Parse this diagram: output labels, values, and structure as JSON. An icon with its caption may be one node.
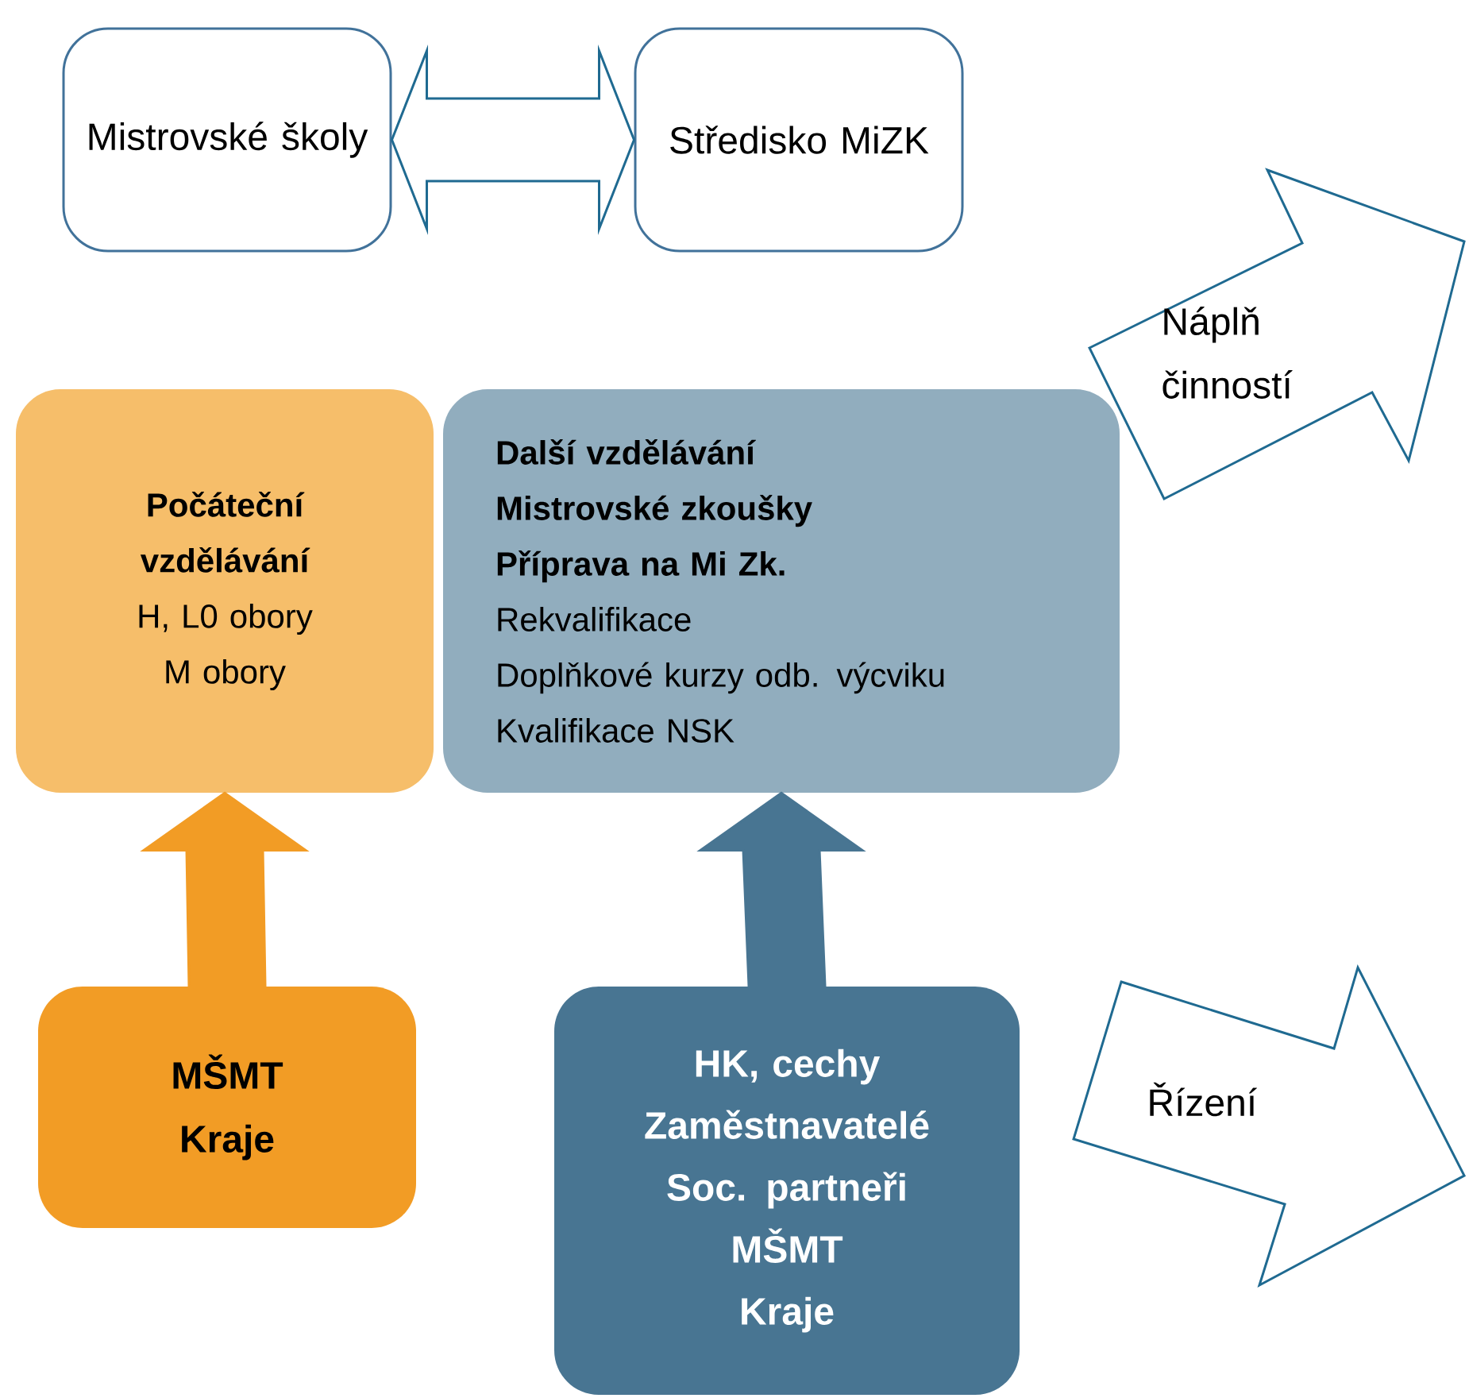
{
  "diagram": {
    "nodes": [
      {
        "text": [
          "Mistrovské školy"
        ]
      },
      {
        "text": [
          "Středisko MiZK"
        ]
      },
      {
        "text": [
          "Počáteční vzdělávání",
          "H, L0 obory",
          "M obory"
        ]
      },
      {
        "text": [
          "Další vzdělávání",
          "Mistrovské zkoušky",
          "Příprava na Mi Zk.",
          "Rekvalifikace",
          "Doplňkové kurzy odb. výcviku",
          "Kvalifikace NSK"
        ]
      },
      {
        "text": [
          "MŠMT",
          "Kraje"
        ]
      },
      {
        "text": [
          "HK, cechy",
          "Zaměstnavatelé",
          "Soc. partneři",
          "MŠMT",
          "Kraje"
        ]
      },
      {
        "text": [
          "Náplň činností"
        ]
      },
      {
        "text": [
          "Řízení"
        ]
      }
    ],
    "edges": [
      {
        "from": 0,
        "to": 1,
        "arrow": "both",
        "color": "#1f6a91"
      },
      {
        "from": 4,
        "to": 2,
        "arrow": "to",
        "color": "#f29c25"
      },
      {
        "from": 5,
        "to": 3,
        "arrow": "to",
        "color": "#487592"
      }
    ]
  }
}
